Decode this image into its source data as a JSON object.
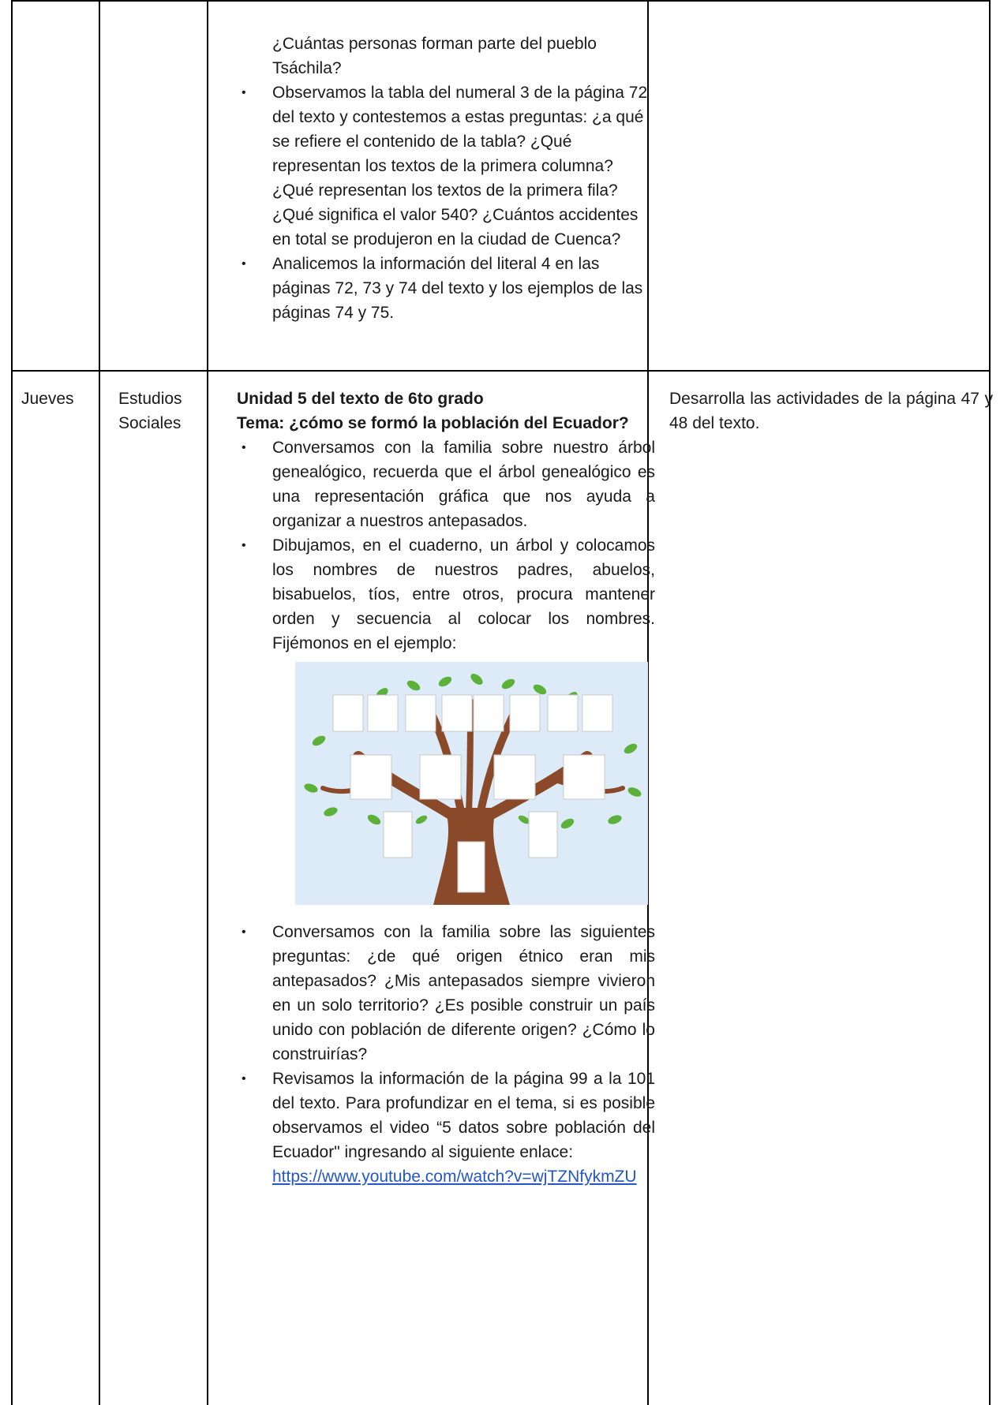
{
  "row1": {
    "carry_over": "¿Cuántas personas forman parte del pueblo Tsáchila?",
    "bullet1": "Observamos la tabla del numeral 3 de la página 72 del texto y contestemos a estas preguntas: ¿a qué se refiere el contenido de la tabla? ¿Qué representan los textos de la primera columna? ¿Qué representan los textos de la primera fila?",
    "bullet1_cont": "¿Qué significa el valor 540? ¿Cuántos accidentes en total se produjeron en la ciudad de Cuenca?",
    "bullet2": "Analicemos la información del literal 4 en las páginas 72, 73 y 74 del texto y los ejemplos de las páginas 74 y 75."
  },
  "row2": {
    "day": "Jueves",
    "subject": "Estudios Sociales",
    "heading": "Unidad 5 del texto de 6to grado",
    "topic": "Tema: ¿cómo se formó la población del Ecuador?",
    "bullet1": "Conversamos con la familia sobre nuestro árbol genealógico, recuerda que el árbol genealógico es una representación gráfica que nos ayuda a organizar a nuestros antepasados.",
    "bullet2": "Dibujamos, en el cuaderno, un árbol y colocamos los nombres de nuestros padres, abuelos, bisabuelos, tíos, entre otros, procura mantener orden y secuencia al colocar los nombres. Fijémonos en el ejemplo:",
    "bullet3": "Conversamos con la familia sobre las siguientes preguntas: ¿de qué origen étnico eran mis antepasados? ¿Mis antepasados siempre vivieron en un solo territorio? ¿Es posible construir un país unido con población de diferente origen? ¿Cómo lo construirías?",
    "bullet4": "Revisamos la información de la página 99 a la 101 del texto. Para profundizar en el tema, si es posible observamos el video “5 datos sobre población del Ecuador\" ingresando al siguiente enlace:",
    "link": "https://www.youtube.com/watch?v=wjTZNfykmZU",
    "activities": "Desarrolla las actividades de la página 47 y 48 del texto."
  },
  "bullet_char": "•",
  "colors": {
    "tree_bg": "#dcebf7",
    "leaf": "#5bb13a",
    "trunk": "#8a4a2a",
    "link": "#2457c5"
  }
}
